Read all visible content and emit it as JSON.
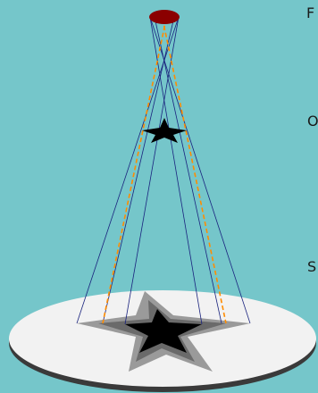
{
  "labels": {
    "source": "F",
    "object": "O",
    "screen": "S"
  },
  "colors": {
    "background": "#75c6ca",
    "light_source": "#8b0000",
    "ray_outer": "#1a237e",
    "ray_inner": "#ff8c00",
    "object": "#000000",
    "screen_top": "#f2f2f2",
    "screen_edge": "#3a3a3a",
    "penumbra_light": "#9a9a9a",
    "penumbra_dark": "#6a6a6a",
    "umbra": "#000000"
  }
}
